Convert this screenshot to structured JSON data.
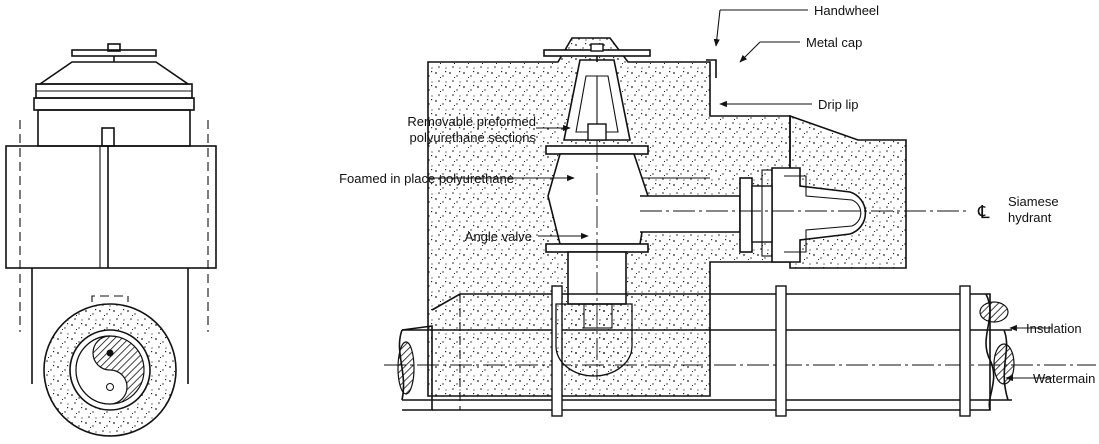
{
  "labels": {
    "handwheel": "Handwheel",
    "metal_cap": "Metal cap",
    "drip_lip": "Drip lip",
    "removable_1": "Removable preformed",
    "removable_2": "polyurethane sections",
    "foamed": "Foamed in place polyurethane",
    "angle_valve": "Angle valve",
    "centerline_symbol": "℄",
    "siamese_1": "Siamese",
    "siamese_2": "hydrant",
    "insulation": "Insulation",
    "watermain": "Watermain"
  },
  "colors": {
    "ink": "#111111",
    "paper": "#ffffff"
  }
}
